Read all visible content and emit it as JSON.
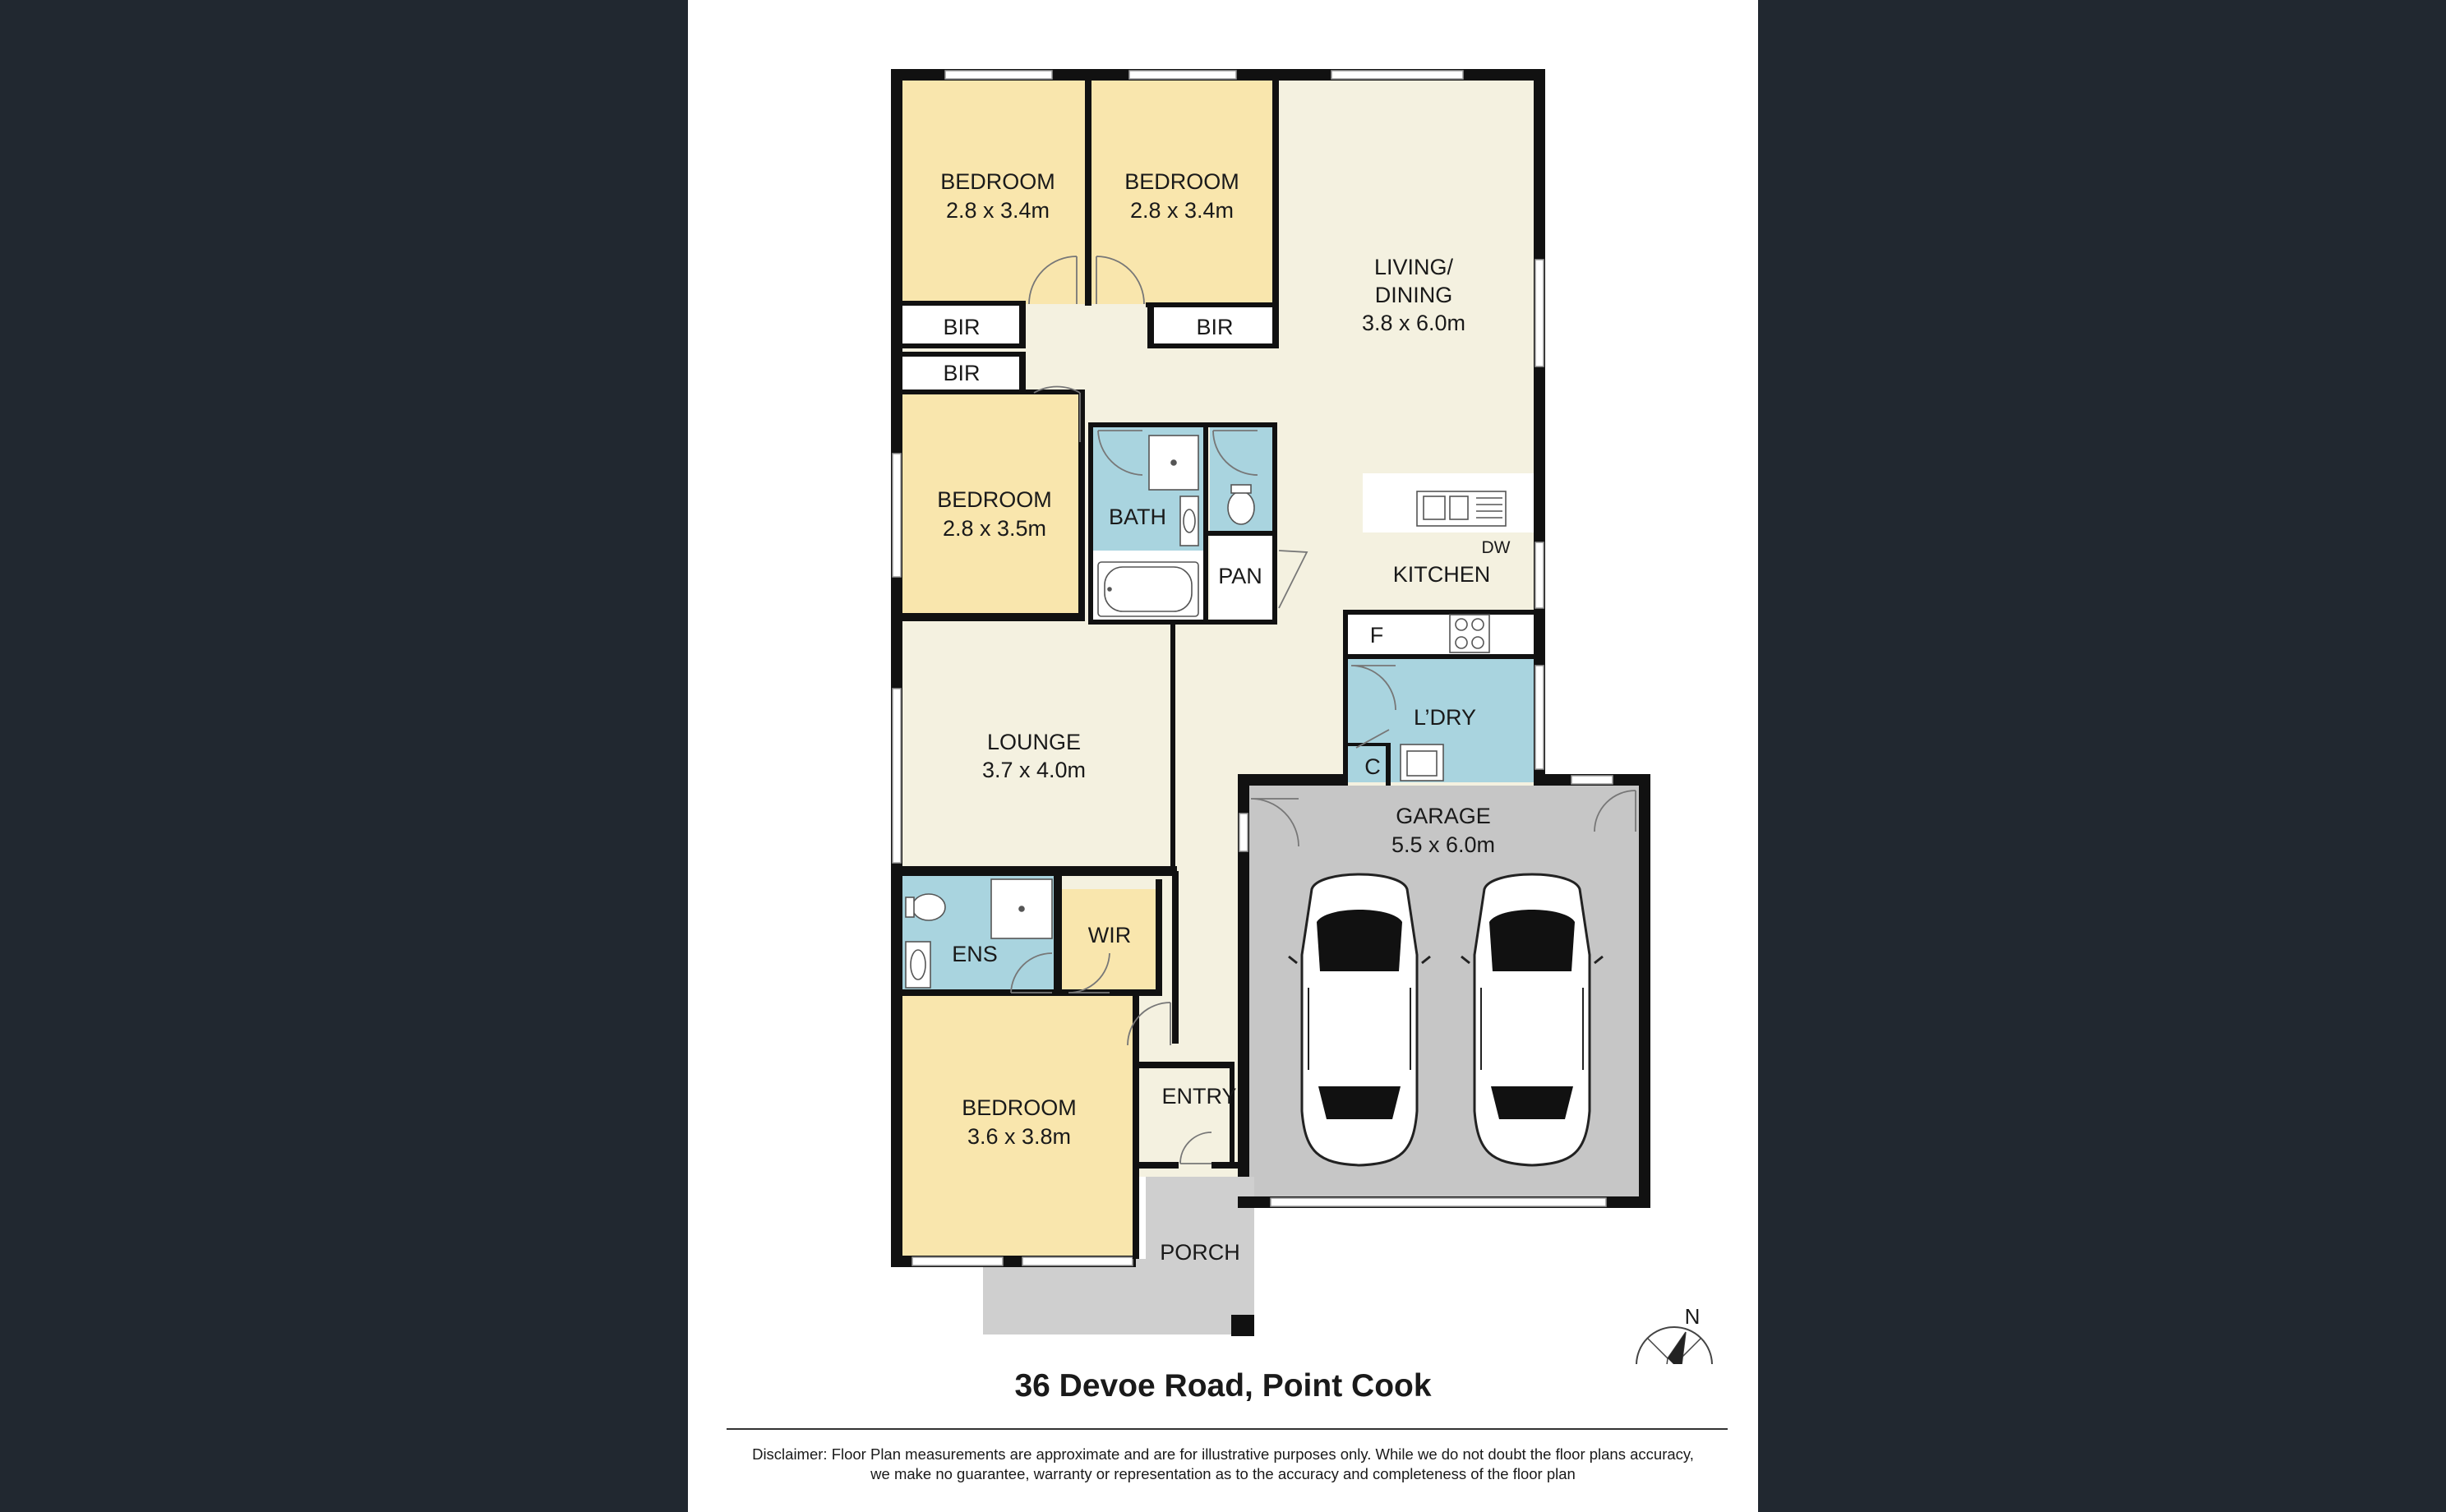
{
  "address": "36 Devoe Road, Point Cook",
  "disclaimer": {
    "line1": "Disclaimer: Floor Plan measurements are approximate and are for illustrative purposes only. While we do not doubt the floor plans accuracy,",
    "line2": "we make no guarantee, warranty or representation as to the accuracy and completeness of the floor plan"
  },
  "compass": {
    "label": "N"
  },
  "colors": {
    "background": "#212830",
    "bedroom": "#f9e6ad",
    "living": "#f4f1e0",
    "wet_area": "#a9d4df",
    "garage": "#c6c6c6",
    "porch": "#cfcfcf",
    "wall": "#111111"
  },
  "rooms": {
    "bedroom1": {
      "name": "BEDROOM",
      "size": "2.8 x 3.4m"
    },
    "bedroom2": {
      "name": "BEDROOM",
      "size": "2.8 x 3.4m"
    },
    "bedroom3": {
      "name": "BEDROOM",
      "size": "2.8 x 3.5m"
    },
    "bedroom4": {
      "name": "BEDROOM",
      "size": "3.6 x 3.8m"
    },
    "living": {
      "name_line1": "LIVING/",
      "name_line2": "DINING",
      "size": "3.8 x 6.0m"
    },
    "lounge": {
      "name": "LOUNGE",
      "size": "3.7 x 4.0m"
    },
    "garage": {
      "name": "GARAGE",
      "size": "5.5 x 6.0m"
    },
    "kitchen": {
      "name": "KITCHEN"
    },
    "bath": {
      "name": "BATH"
    },
    "pan": {
      "name": "PAN"
    },
    "laundry": {
      "name": "L’DRY"
    },
    "ens": {
      "name": "ENS"
    },
    "wir": {
      "name": "WIR"
    },
    "entry": {
      "name": "ENTRY"
    },
    "porch": {
      "name": "PORCH"
    },
    "bir1": {
      "name": "BIR"
    },
    "bir2": {
      "name": "BIR"
    },
    "bir3": {
      "name": "BIR"
    },
    "fridge": {
      "name": "F"
    },
    "cupboard": {
      "name": "C"
    },
    "dw": {
      "name": "DW"
    }
  }
}
